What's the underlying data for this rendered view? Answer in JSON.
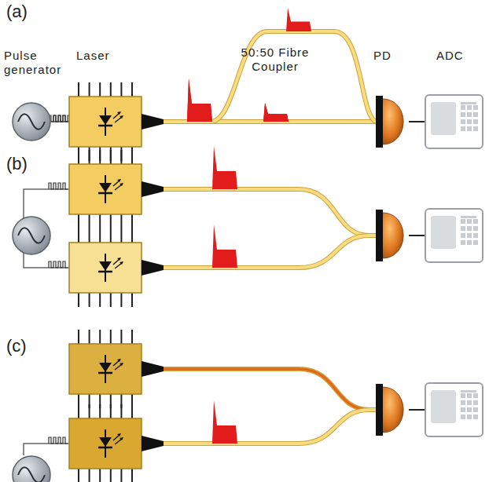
{
  "diagram": {
    "nodes": [
      {
        "text": [
          "Pulse generator"
        ]
      },
      {
        "text": [
          "Laser"
        ]
      },
      {
        "text": [
          "PD"
        ]
      },
      {
        "text": [
          "ADC"
        ]
      }
    ],
    "edges": [
      {
        "from": 0,
        "to": 1,
        "arrow": "none"
      },
      {
        "from": 1,
        "to": 2,
        "arrow": "none"
      },
      {
        "from": 2,
        "to": 3,
        "arrow": "none"
      }
    ],
    "labels": [
      "(a)",
      "50:50 Fibre Coupler",
      "(b)",
      "(c)"
    ]
  }
}
